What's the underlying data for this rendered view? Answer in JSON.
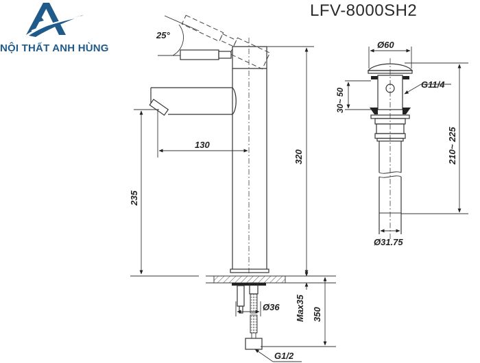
{
  "brand": {
    "name": "NỘI THẤT ANH HÙNG",
    "logo_icon": "mountain-a-logo-icon",
    "color": "#1f5a8a"
  },
  "title": {
    "model": "LFV-8000SH2"
  },
  "faucet": {
    "lever_angle": "25°",
    "spout_reach": "130",
    "total_height": "320",
    "spout_height": "235",
    "deck_thickness": "Max35",
    "hose_length": "350",
    "hole_diameter": "Ø36",
    "inlet_thread": "G1/2"
  },
  "drain": {
    "cap_diameter": "Ø60",
    "thread": "G11/4",
    "adjust_range": "30~ 50",
    "height_range": "210~ 225",
    "pipe_diameter": "Ø31.75"
  },
  "colors": {
    "line": "#333333",
    "brand": "#1f5a8a",
    "background": "#ffffff"
  }
}
